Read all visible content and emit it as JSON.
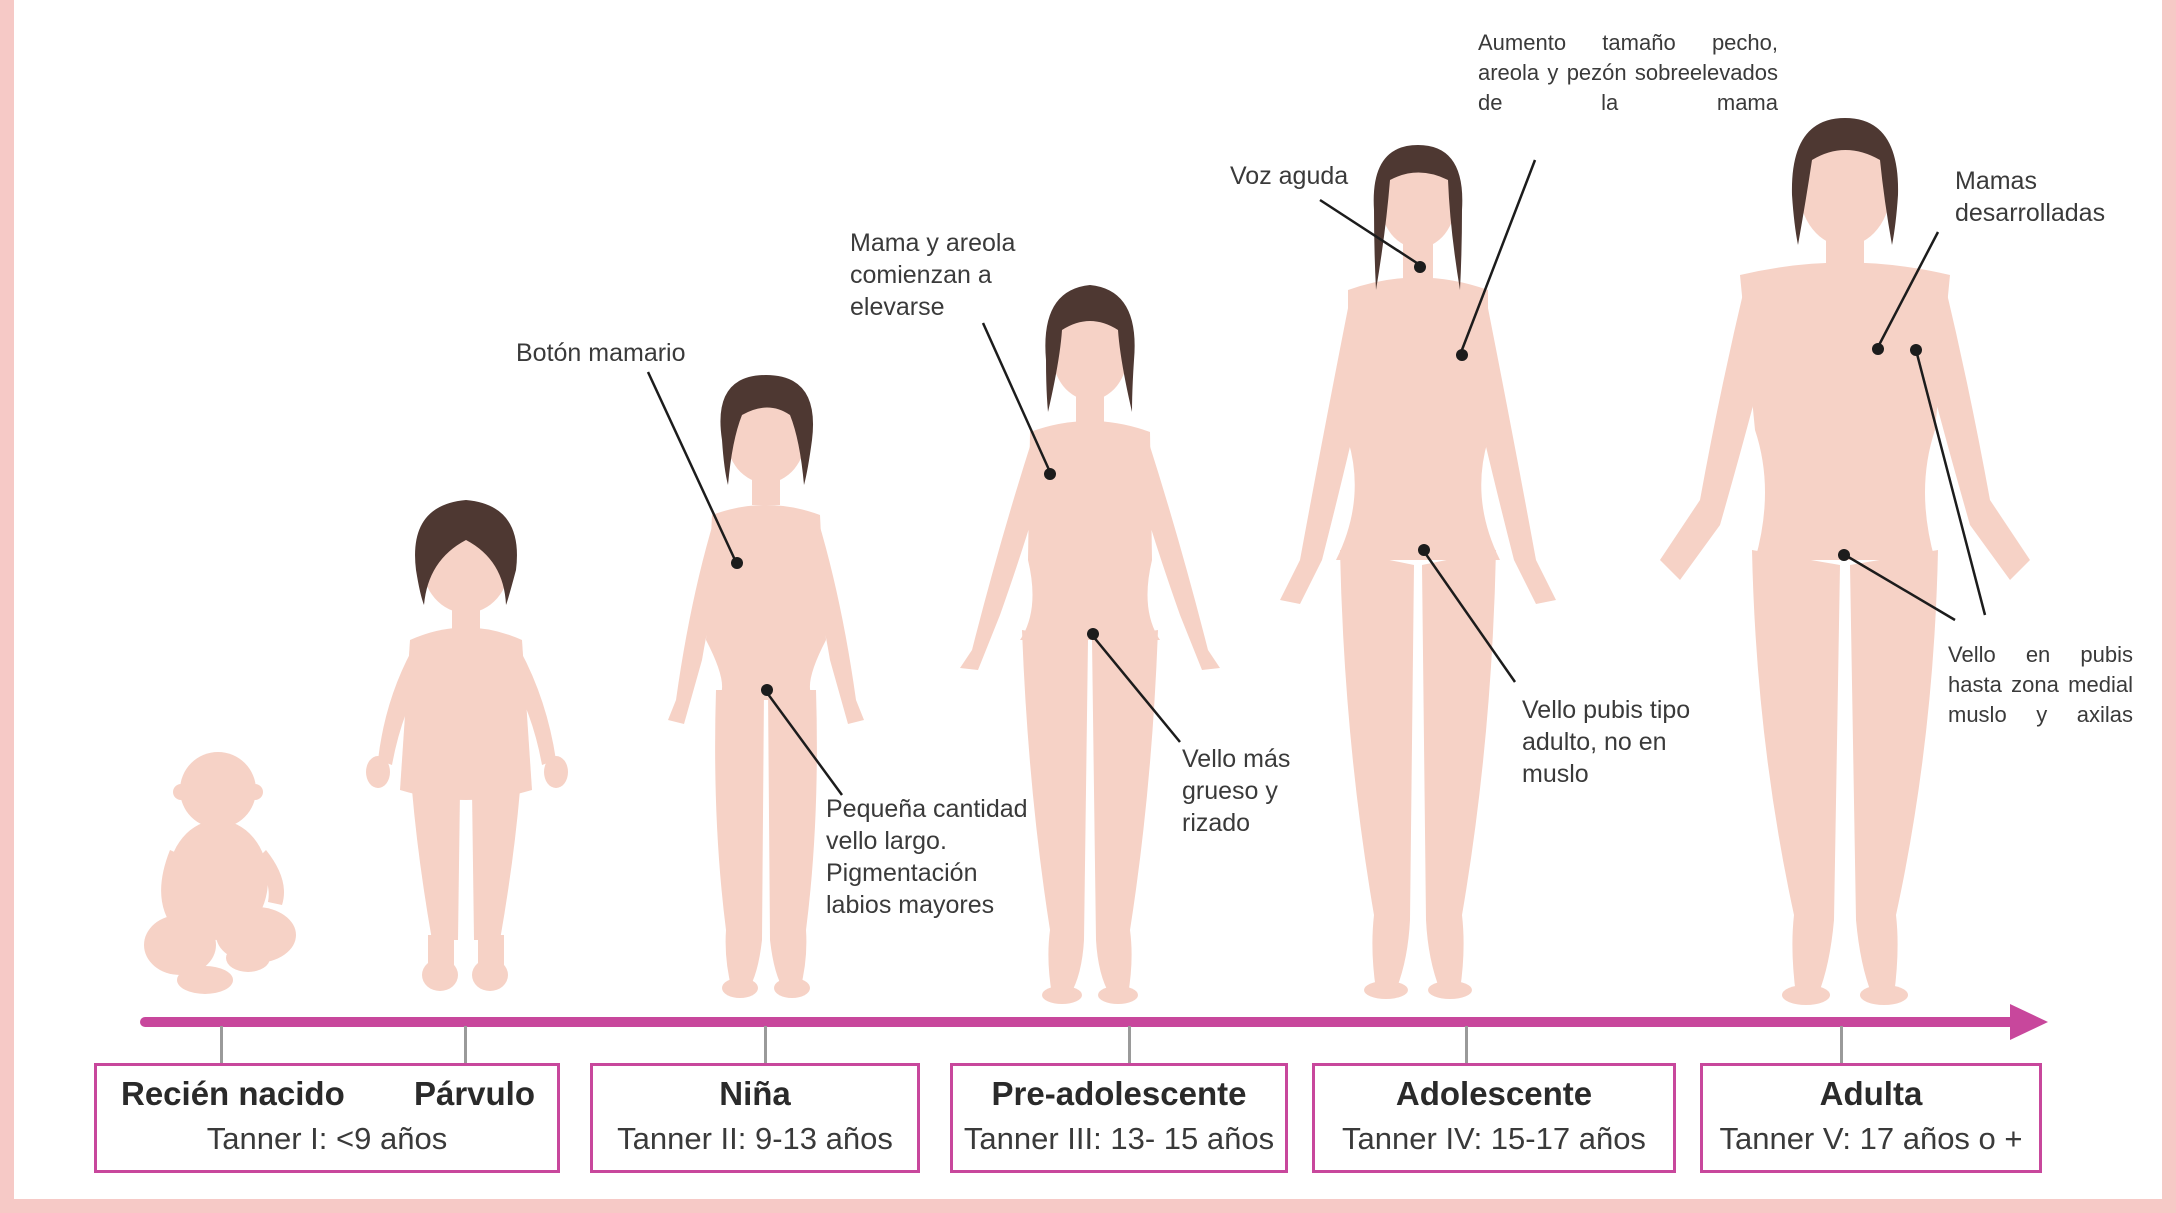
{
  "annotations": {
    "boton": "Botón mamario",
    "mama_areola": "Mama y areola comienzan a elevarse",
    "voz": "Voz aguda",
    "aumento": "Aumento tamaño pecho, areola y pezón sobreelevados de la mama",
    "mamas_desarrolladas": "Mamas desarrolladas",
    "pequena": "Pequeña cantidad vello largo. Pigmentación labios mayores",
    "vello_grueso": "Vello más grueso y rizado",
    "vello_adulto": "Vello pubis tipo adulto, no en muslo",
    "vello_medial": "Vello en pubis hasta zona medial muslo y axilas"
  },
  "stages": [
    {
      "title_left": "Recién nacido",
      "title_right": "Párvulo",
      "subtitle": "Tanner I: <9 años"
    },
    {
      "title": "Niña",
      "subtitle": "Tanner II:  9-13 años"
    },
    {
      "title": "Pre-adolescente",
      "subtitle": "Tanner III:  13- 15 años"
    },
    {
      "title": "Adolescente",
      "subtitle": "Tanner IV:  15-17 años"
    },
    {
      "title": "Adulta",
      "subtitle": "Tanner V: 17 años o +"
    }
  ],
  "colors": {
    "skin": "#f6d2c6",
    "skin_shadow": "#eebbae",
    "hair": "#4e3832",
    "arrow": "#c8479c",
    "frame": "#f6c9c6",
    "box_border": "#c8479c"
  }
}
